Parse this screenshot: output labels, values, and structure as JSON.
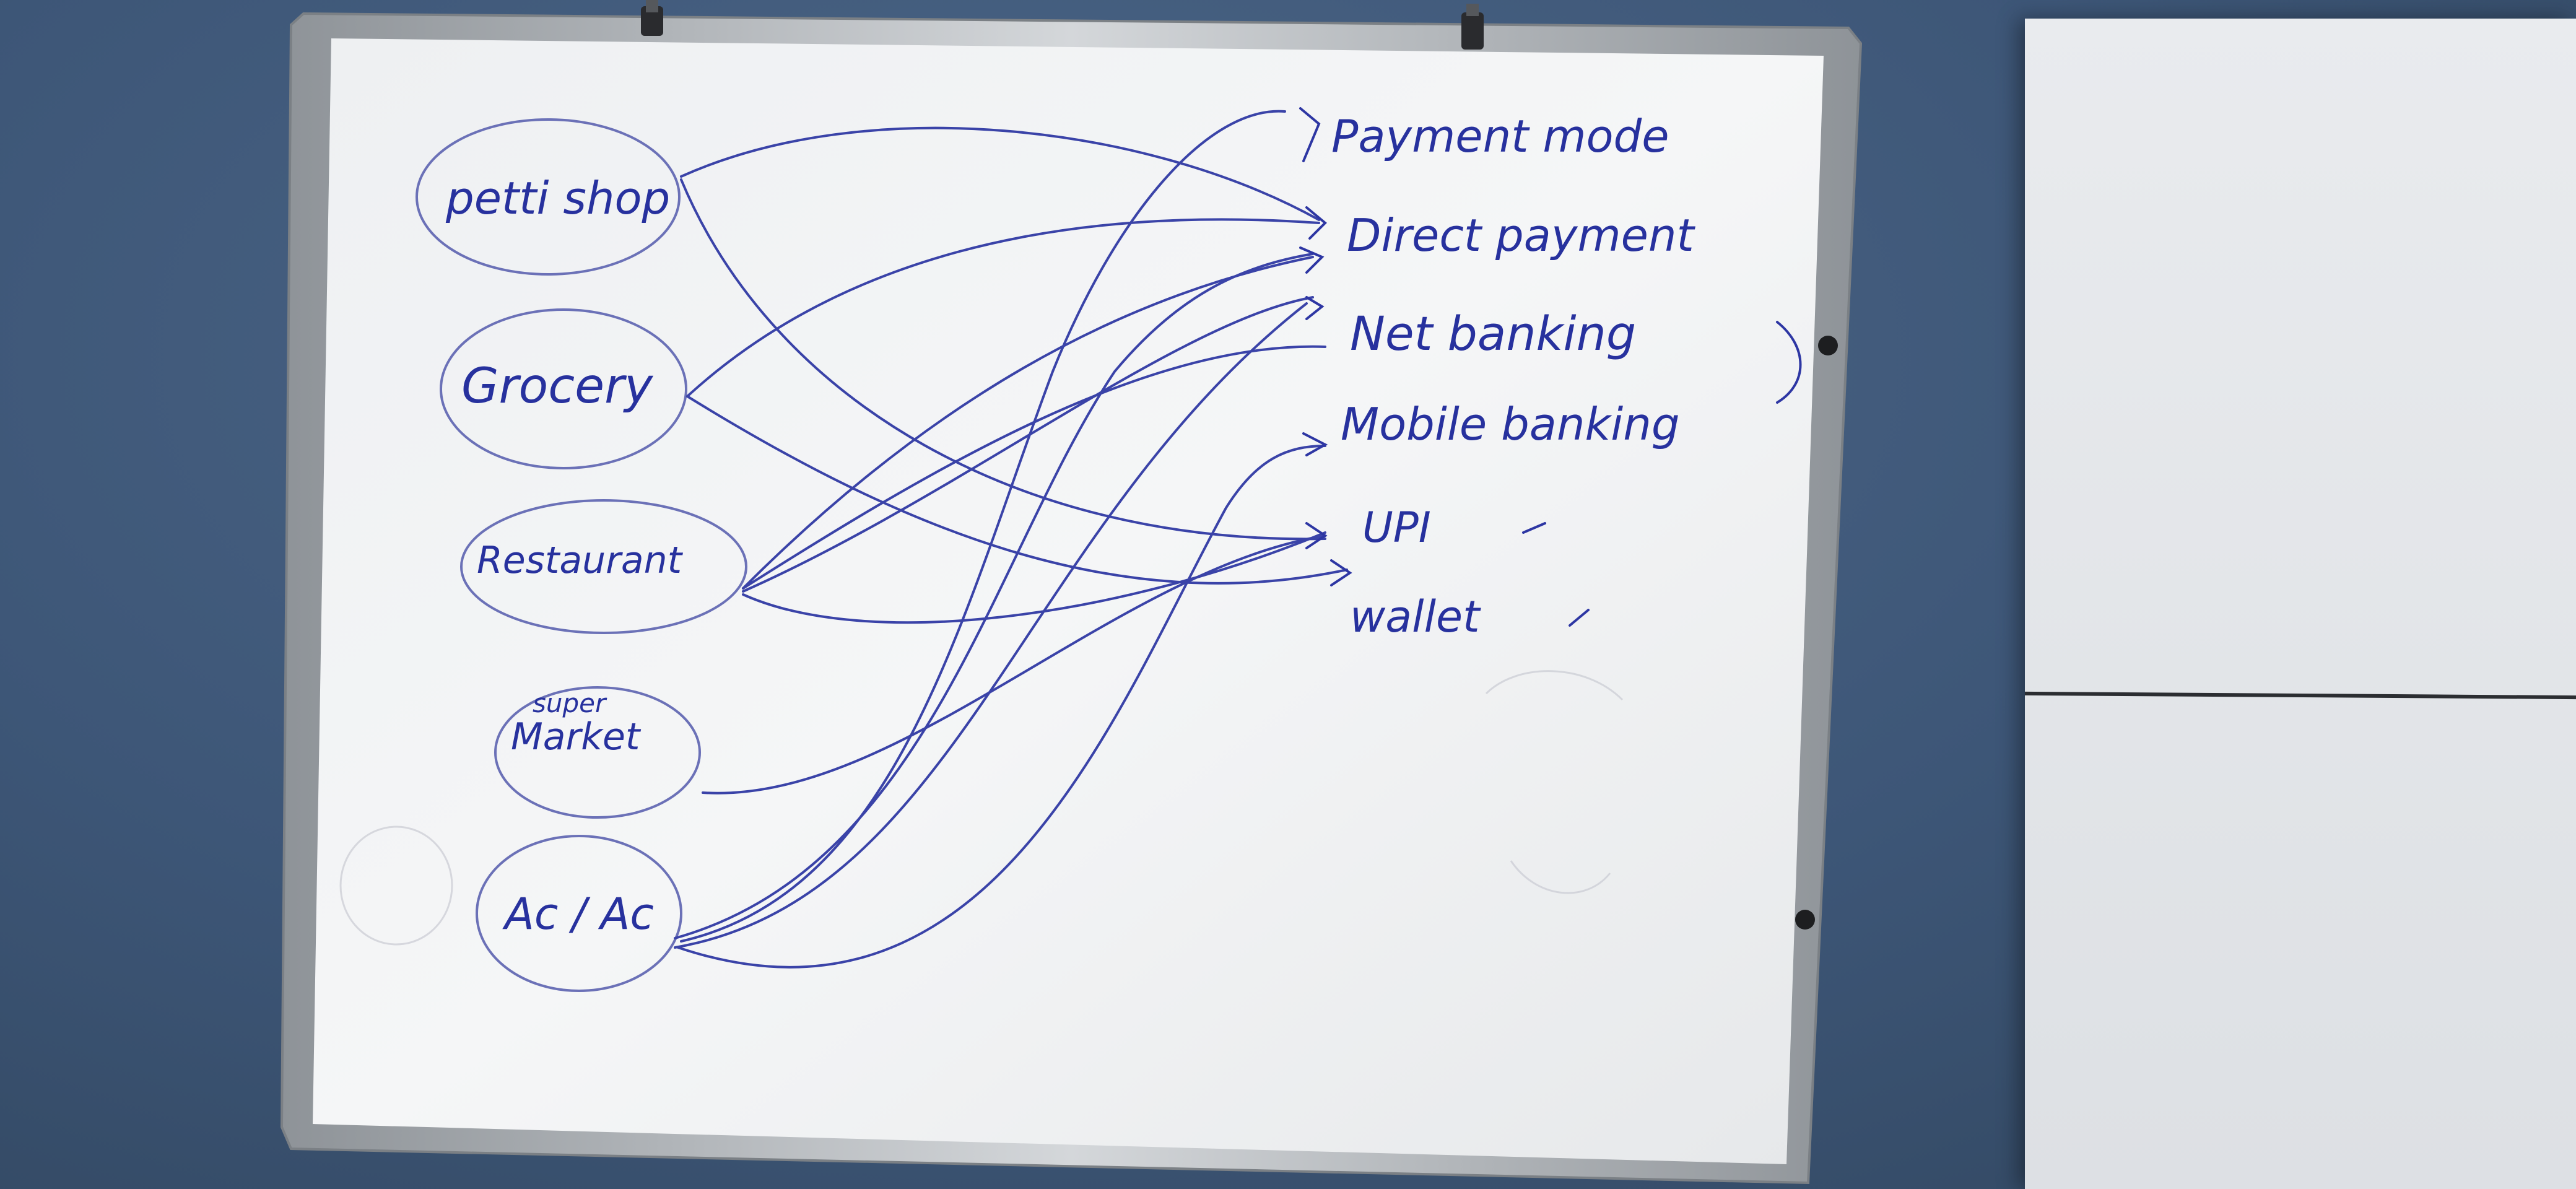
{
  "board": {
    "sources": {
      "petti_shop": "petti shop",
      "grocery": "Grocery",
      "restaurant": "Restaurant",
      "super": "super",
      "market": "Market",
      "ac": "Ac / Ac"
    },
    "targets": {
      "payment_mode": "Payment mode",
      "direct_payment": "Direct payment",
      "net_banking": "Net banking",
      "mobile_banking": "Mobile banking",
      "upi": "UPI",
      "wallet": "wallet"
    }
  },
  "colors": {
    "marker": "#27319e",
    "wall": "#3f5878",
    "board": "#f2f3f4",
    "frame": "#b9bcbf"
  }
}
